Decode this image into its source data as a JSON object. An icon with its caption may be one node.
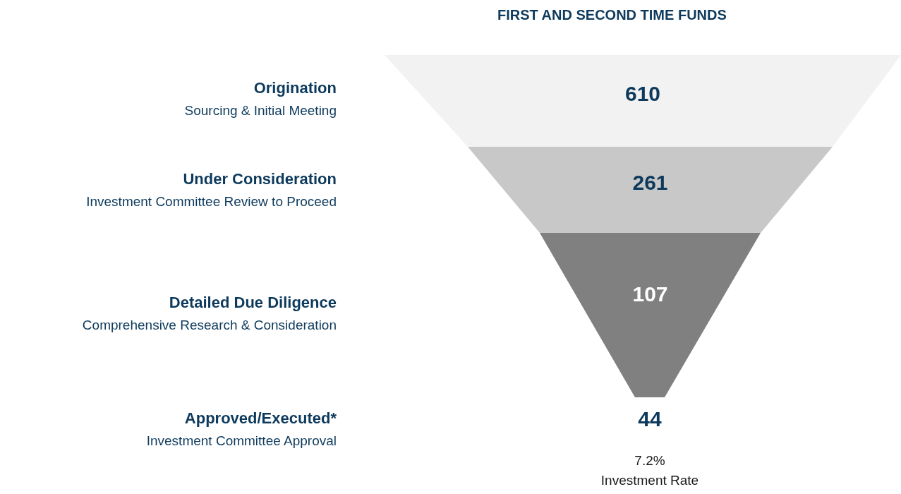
{
  "diagram": {
    "title": "FIRST AND SECOND TIME FUNDS",
    "nodes": [
      {
        "text": [
          "610"
        ]
      },
      {
        "text": [
          "261"
        ]
      },
      {
        "text": [
          "107"
        ]
      }
    ],
    "labels": [
      "Origination",
      "Sourcing & Initial Meeting",
      "Under Consideration",
      "Investment Committee Review to Proceed",
      "Detailed Due Diligence",
      "Comprehensive Research & Consideration",
      "Approved/Executed*",
      "Investment Committee Approval",
      "44",
      "7.2%",
      "Investment Rate"
    ]
  }
}
